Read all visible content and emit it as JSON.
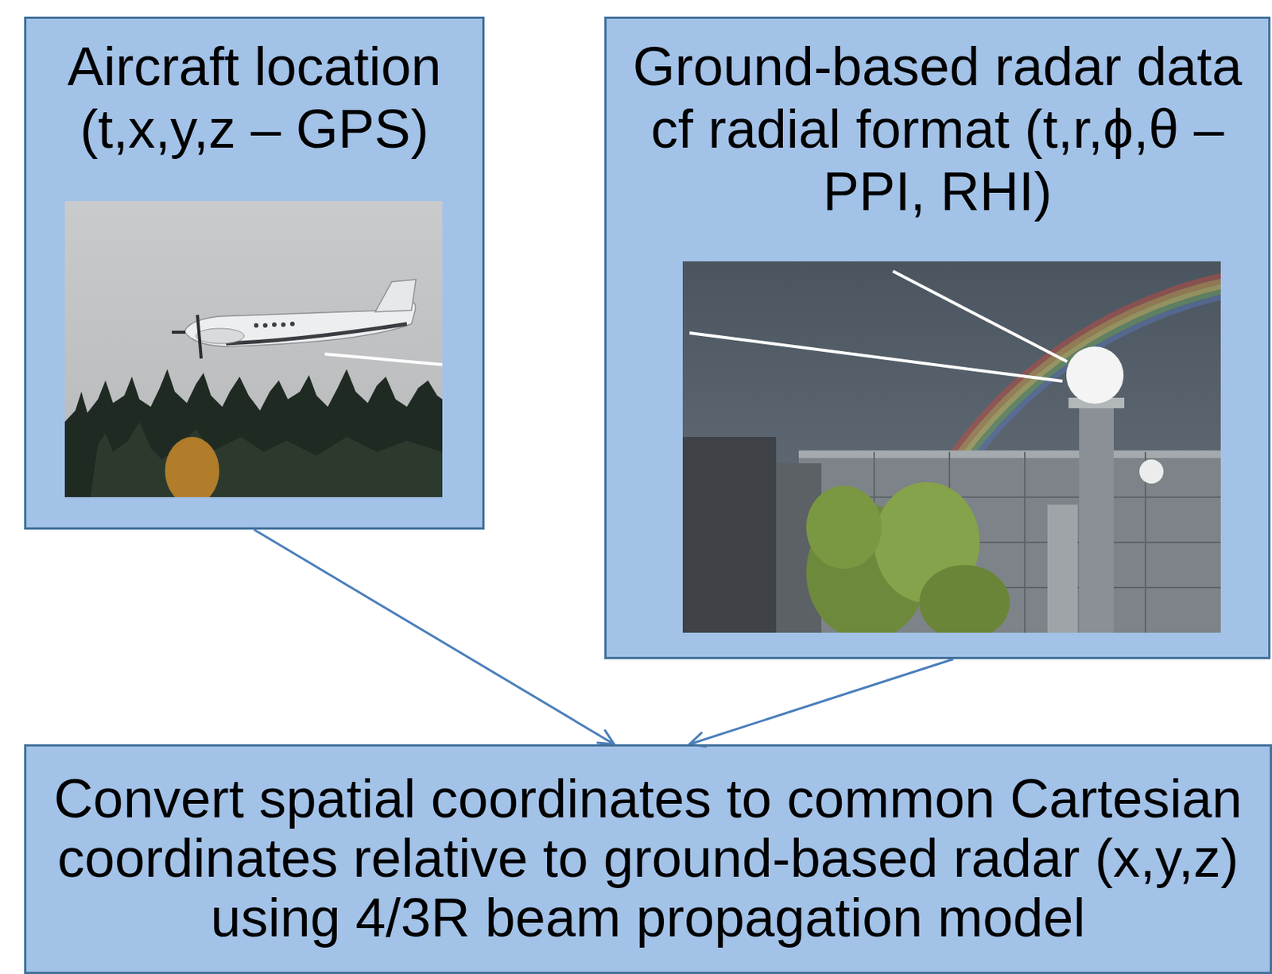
{
  "diagram": {
    "nodes": [
      {
        "text": [
          "Aircraft location (t,x,y,z – GPS)"
        ]
      },
      {
        "text": [
          "Ground-based radar data cf radial format (t,r,ϕ,θ – PPI, RHI)"
        ]
      },
      {
        "text": [
          "Convert spatial coordinates to common Cartesian coordinates relative to ground-based radar (x,y,z) using 4/3R beam propagation model"
        ]
      }
    ],
    "edges": [
      {
        "from": 0,
        "to": 2,
        "arrow": "to"
      },
      {
        "from": 1,
        "to": 2,
        "arrow": "to"
      }
    ]
  }
}
